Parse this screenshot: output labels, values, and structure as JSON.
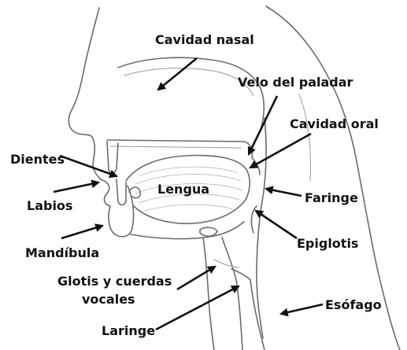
{
  "labels": {
    "nasal_cavity": "Cavidad nasal",
    "soft_palate": "Velo del paladar",
    "oral_cavity": "Cavidad oral",
    "teeth": "Dientes",
    "lips": "Labios",
    "tongue": "Lengua",
    "pharynx": "Faringe",
    "mandible": "Mandíbula",
    "epiglottis": "Epiglotis",
    "glottis_line1": "Glotis y cuerdas",
    "glottis_line2": "vocales",
    "esophagus": "Esófago",
    "larynx": "Laringe"
  },
  "colors": {
    "ink": "#111111",
    "sketch": "#6b6b6b",
    "background": "#ffffff"
  }
}
